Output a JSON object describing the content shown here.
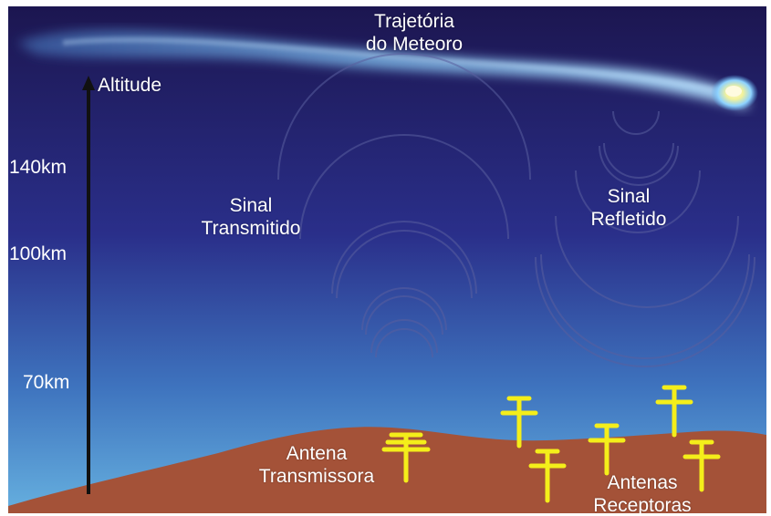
{
  "labels": {
    "meteor_trajectory": [
      "Trajetória",
      "do Meteoro"
    ],
    "altitude": "Altitude",
    "signal_transmitted": [
      "Sinal",
      "Transmitido"
    ],
    "signal_reflected": [
      "Sinal",
      "Refletido"
    ],
    "antenna_transmitter": [
      "Antena",
      "Transmissora"
    ],
    "antennas_receivers": [
      "Antenas",
      "Receptoras"
    ]
  },
  "altitude_ticks": [
    "140km",
    "100km",
    "70km"
  ],
  "colors": {
    "sky_top": "#1c1650",
    "sky_bottom": "#5aa6d6",
    "ground": "#a45238",
    "antenna": "#f4ee1a",
    "meteor_trail": "#7fb9e8",
    "axis": "#111111",
    "text": "#ffffff"
  }
}
